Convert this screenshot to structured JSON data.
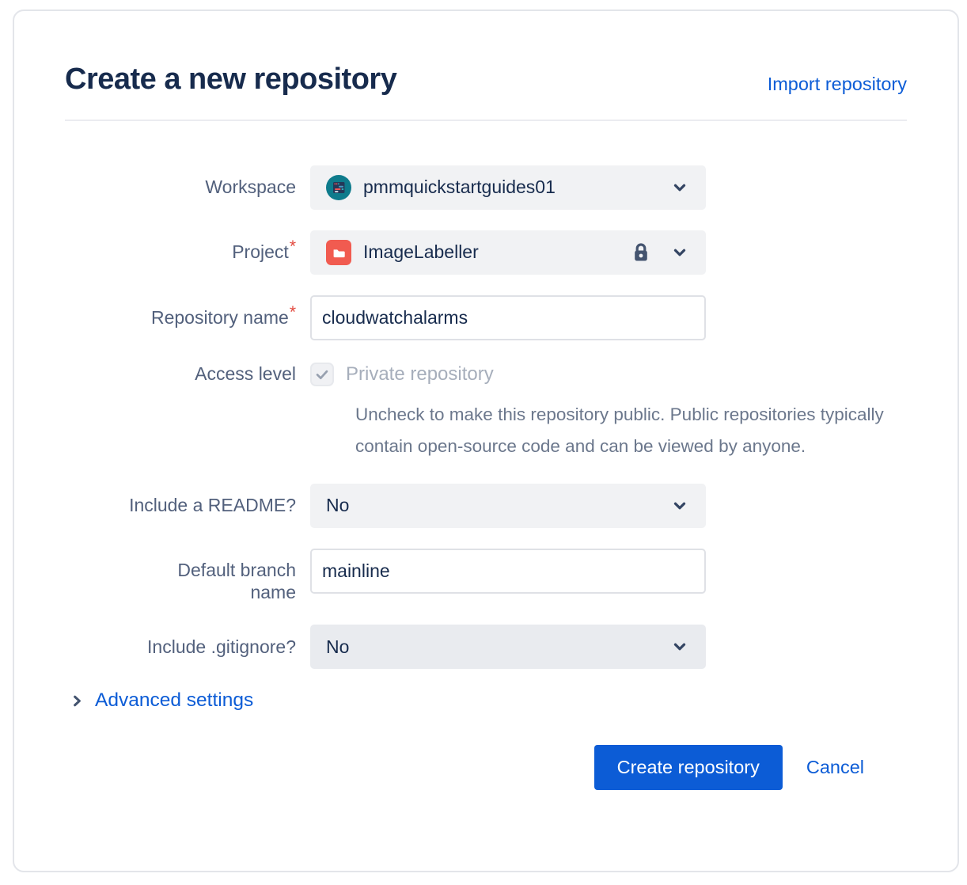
{
  "dialog": {
    "title": "Create a new repository",
    "import_link": "Import repository"
  },
  "form": {
    "workspace": {
      "label": "Workspace",
      "value": "pmmquickstartguides01"
    },
    "project": {
      "label": "Project",
      "required_mark": "*",
      "value": "ImageLabeller"
    },
    "repo_name": {
      "label": "Repository name",
      "required_mark": "*",
      "value": "cloudwatchalarms"
    },
    "access_level": {
      "label": "Access level",
      "checkbox_label": "Private repository",
      "checkbox_checked": true,
      "help_text": "Uncheck to make this repository public. Public repositories typically contain open-source code and can be viewed by anyone."
    },
    "readme": {
      "label": "Include a README?",
      "value": "No"
    },
    "default_branch": {
      "label_line1": "Default branch",
      "label_line2": "name",
      "value": "mainline"
    },
    "gitignore": {
      "label": "Include .gitignore?",
      "value": "No"
    },
    "advanced_link": "Advanced settings"
  },
  "actions": {
    "create_label": "Create repository",
    "cancel_label": "Cancel"
  },
  "colors": {
    "accent": "#0C5CD6",
    "title": "#172B4D",
    "label": "#52607C",
    "helper": "#6B778C",
    "disabled": "#A6AEBB",
    "required": "#E2483D",
    "field_bg": "#F1F2F4",
    "field_bg_alt": "#E9EBEF",
    "border": "#DFE1E6",
    "avatar_teal": "#0E7B8C",
    "folder_red": "#F15B50",
    "icon_slate": "#44546F"
  }
}
